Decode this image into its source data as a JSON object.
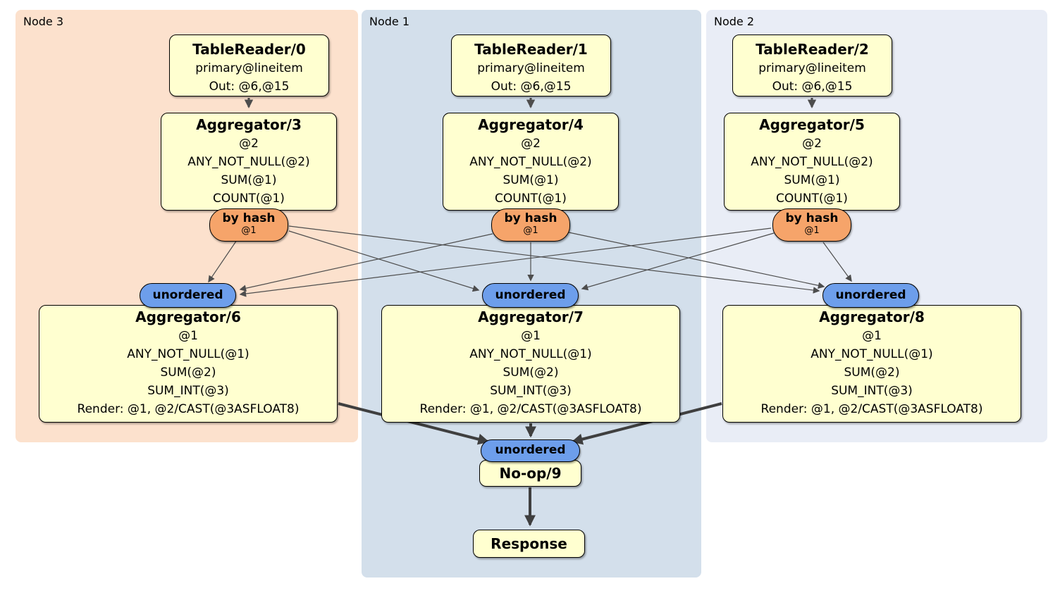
{
  "panels": [
    {
      "label": "Node 3"
    },
    {
      "label": "Node 1"
    },
    {
      "label": "Node 2"
    }
  ],
  "columns": [
    {
      "table_reader": {
        "title": "TableReader/0",
        "lines": [
          "primary@lineitem",
          "Out: @6,@15"
        ]
      },
      "aggregator_top": {
        "title": "Aggregator/3",
        "lines": [
          "@2",
          "ANY_NOT_NULL(@2)",
          "SUM(@1)",
          "COUNT(@1)"
        ]
      },
      "hash_router": {
        "label": "by hash",
        "detail": "@1"
      },
      "sync": {
        "label": "unordered"
      },
      "aggregator_bottom": {
        "title": "Aggregator/6",
        "lines": [
          "@1",
          "ANY_NOT_NULL(@1)",
          "SUM(@2)",
          "SUM_INT(@3)",
          "Render: @1, @2/CAST(@3ASFLOAT8)"
        ]
      }
    },
    {
      "table_reader": {
        "title": "TableReader/1",
        "lines": [
          "primary@lineitem",
          "Out: @6,@15"
        ]
      },
      "aggregator_top": {
        "title": "Aggregator/4",
        "lines": [
          "@2",
          "ANY_NOT_NULL(@2)",
          "SUM(@1)",
          "COUNT(@1)"
        ]
      },
      "hash_router": {
        "label": "by hash",
        "detail": "@1"
      },
      "sync": {
        "label": "unordered"
      },
      "aggregator_bottom": {
        "title": "Aggregator/7",
        "lines": [
          "@1",
          "ANY_NOT_NULL(@1)",
          "SUM(@2)",
          "SUM_INT(@3)",
          "Render: @1, @2/CAST(@3ASFLOAT8)"
        ]
      }
    },
    {
      "table_reader": {
        "title": "TableReader/2",
        "lines": [
          "primary@lineitem",
          "Out: @6,@15"
        ]
      },
      "aggregator_top": {
        "title": "Aggregator/5",
        "lines": [
          "@2",
          "ANY_NOT_NULL(@2)",
          "SUM(@1)",
          "COUNT(@1)"
        ]
      },
      "hash_router": {
        "label": "by hash",
        "detail": "@1"
      },
      "sync": {
        "label": "unordered"
      },
      "aggregator_bottom": {
        "title": "Aggregator/8",
        "lines": [
          "@1",
          "ANY_NOT_NULL(@1)",
          "SUM(@2)",
          "SUM_INT(@3)",
          "Render: @1, @2/CAST(@3ASFLOAT8)"
        ]
      }
    }
  ],
  "final": {
    "sync": {
      "label": "unordered"
    },
    "noop": {
      "title": "No-op/9"
    },
    "response": {
      "title": "Response"
    }
  },
  "colors": {
    "node3_bg": "#fce1cd",
    "node1_bg": "#d3dfeb",
    "node2_bg": "#e9edf6",
    "processor_box_bg": "#ffffd0",
    "hash_router_bg": "#f6a46a",
    "sync_bg": "#6d9eeb",
    "edge_thin": "#4d4d4d",
    "edge_thick": "#3f3f3f"
  }
}
